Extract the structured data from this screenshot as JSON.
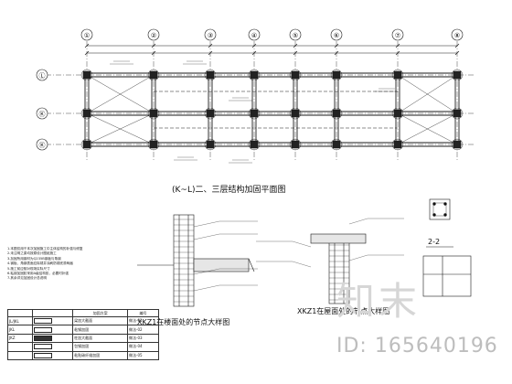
{
  "plan": {
    "title": "(K~L)二、三层结构加固平面图",
    "axis_numbers": [
      "①",
      "②",
      "③",
      "④",
      "⑤",
      "⑥",
      "⑦",
      "⑧"
    ],
    "axis_letters": [
      "Ⓛ",
      "Ⓚ",
      "Ⓚ"
    ]
  },
  "details": {
    "detail1_title": "XKZ1在楼面处的节点大样图",
    "detail2_title": "XKZ1在屋面处的节点大样图",
    "section_label": "2-2"
  },
  "notes": [
    "1.本图仅用于本次加固施工中主体结构的补强与修复",
    "2.未注明之梁均按原设计图纸施工",
    "3.加固所用钢材为Q235B钢板与角钢",
    "4.钢板、角钢表面应除锈并涂刷防锈底漆两遍",
    "5.施工前应核对现场实际尺寸",
    "6.粘钢加固胶采用A级结构胶，必要时补强",
    "7.其余详见加固设计总说明"
  ],
  "legend": {
    "header": [
      "",
      "",
      "加固方案",
      "编号"
    ],
    "rows": [
      [
        "JL/JKL",
        "",
        "梁加大截面",
        "做法-01"
      ],
      [
        "JKL",
        "",
        "粘钢加固",
        "做法-02"
      ],
      [
        "JKZ",
        "",
        "柱加大截面",
        "做法-03"
      ],
      [
        "",
        "",
        "包钢加固",
        "做法-04"
      ],
      [
        "",
        "",
        "粘贴碳纤维加固",
        "做法-05"
      ]
    ]
  },
  "watermark": {
    "text": "知末",
    "id": "ID: 165640196"
  },
  "colors": {
    "line": "#1a1a1a",
    "watermark": "#d6d6d6"
  }
}
